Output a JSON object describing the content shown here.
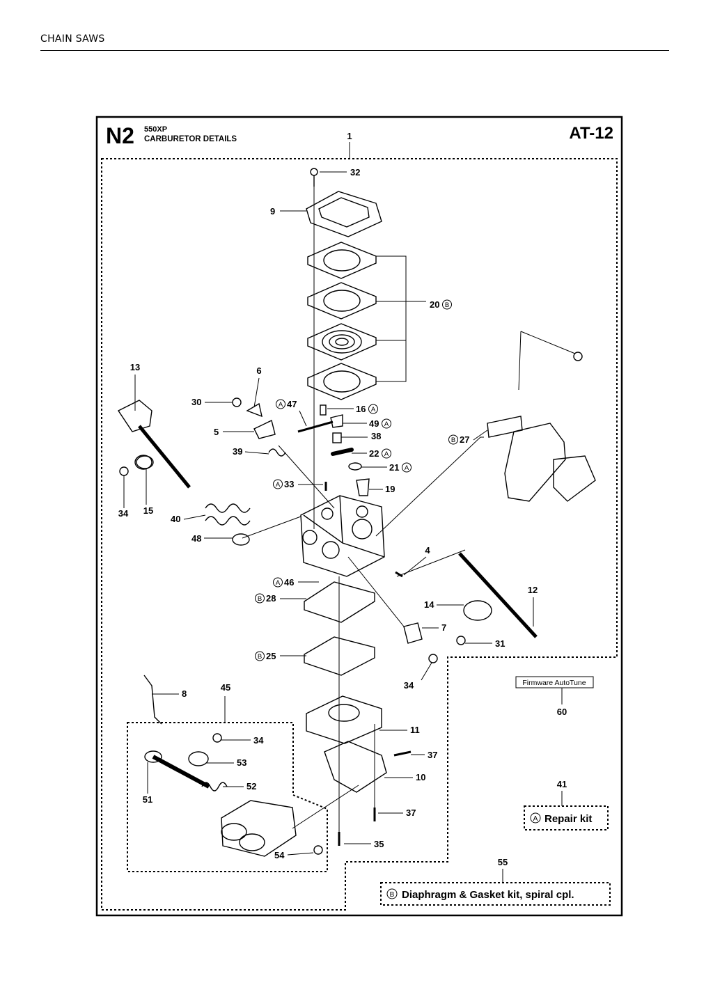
{
  "header": {
    "section": "CHAIN SAWS"
  },
  "diagram": {
    "code": "N2",
    "model": "550XP",
    "title": "CARBURETOR DETAILS",
    "page_ref": "AT-12",
    "firmware_box": "Firmware AutoTune",
    "kits": {
      "repair": {
        "badge": "A",
        "label": "Repair kit",
        "number": "41"
      },
      "diaphragm": {
        "badge": "B",
        "label": "Diaphragm & Gasket kit, spiral cpl.",
        "number": "55"
      }
    },
    "parts": [
      {
        "id": "p1",
        "num": "1"
      },
      {
        "id": "p32",
        "num": "32"
      },
      {
        "id": "p9",
        "num": "9"
      },
      {
        "id": "p20",
        "num": "20",
        "badge": "B"
      },
      {
        "id": "p13",
        "num": "13"
      },
      {
        "id": "p6",
        "num": "6"
      },
      {
        "id": "p30",
        "num": "30"
      },
      {
        "id": "p47",
        "num": "47",
        "badge": "A"
      },
      {
        "id": "p16",
        "num": "16",
        "badge": "A"
      },
      {
        "id": "p49",
        "num": "49",
        "badge": "A"
      },
      {
        "id": "p5",
        "num": "5"
      },
      {
        "id": "p38",
        "num": "38"
      },
      {
        "id": "p27",
        "num": "27",
        "badge": "B"
      },
      {
        "id": "p39",
        "num": "39"
      },
      {
        "id": "p22",
        "num": "22",
        "badge": "A"
      },
      {
        "id": "p21",
        "num": "21",
        "badge": "A"
      },
      {
        "id": "p33",
        "num": "33",
        "badge": "A"
      },
      {
        "id": "p19",
        "num": "19"
      },
      {
        "id": "p34a",
        "num": "34"
      },
      {
        "id": "p15",
        "num": "15"
      },
      {
        "id": "p40",
        "num": "40"
      },
      {
        "id": "p48",
        "num": "48"
      },
      {
        "id": "p4",
        "num": "4"
      },
      {
        "id": "p46",
        "num": "46",
        "badge": "A"
      },
      {
        "id": "p28",
        "num": "28",
        "badge": "B"
      },
      {
        "id": "p12",
        "num": "12"
      },
      {
        "id": "p14",
        "num": "14"
      },
      {
        "id": "p7",
        "num": "7"
      },
      {
        "id": "p31",
        "num": "31"
      },
      {
        "id": "p25",
        "num": "25",
        "badge": "B"
      },
      {
        "id": "p34b",
        "num": "34"
      },
      {
        "id": "p60",
        "num": "60"
      },
      {
        "id": "p8",
        "num": "8"
      },
      {
        "id": "p45",
        "num": "45"
      },
      {
        "id": "p11",
        "num": "11"
      },
      {
        "id": "p34c",
        "num": "34"
      },
      {
        "id": "p37a",
        "num": "37"
      },
      {
        "id": "p53",
        "num": "53"
      },
      {
        "id": "p10",
        "num": "10"
      },
      {
        "id": "p52",
        "num": "52"
      },
      {
        "id": "p51",
        "num": "51"
      },
      {
        "id": "p37b",
        "num": "37"
      },
      {
        "id": "p35",
        "num": "35"
      },
      {
        "id": "p54",
        "num": "54"
      }
    ]
  }
}
